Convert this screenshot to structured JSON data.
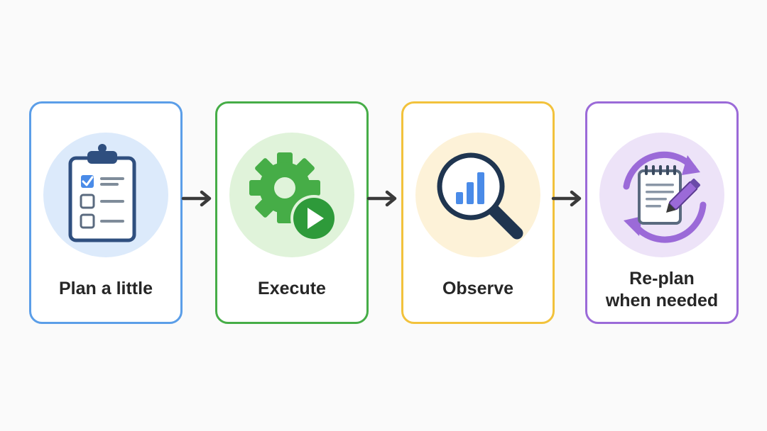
{
  "colors": {
    "plan": "#5b9ee8",
    "execute": "#46ad47",
    "observe": "#f2c23c",
    "replan": "#9b6ad8",
    "arrow": "#3a3a3a"
  },
  "steps": [
    {
      "label": "Plan a little",
      "icon": "clipboard-checklist-icon"
    },
    {
      "label": "Execute",
      "icon": "gear-play-icon"
    },
    {
      "label": "Observe",
      "icon": "magnifier-chart-icon"
    },
    {
      "label": "Re-plan\nwhen needed",
      "icon": "cycle-notepad-pencil-icon"
    }
  ],
  "connectors": [
    "arrow-right-icon",
    "arrow-right-icon",
    "arrow-right-icon"
  ]
}
